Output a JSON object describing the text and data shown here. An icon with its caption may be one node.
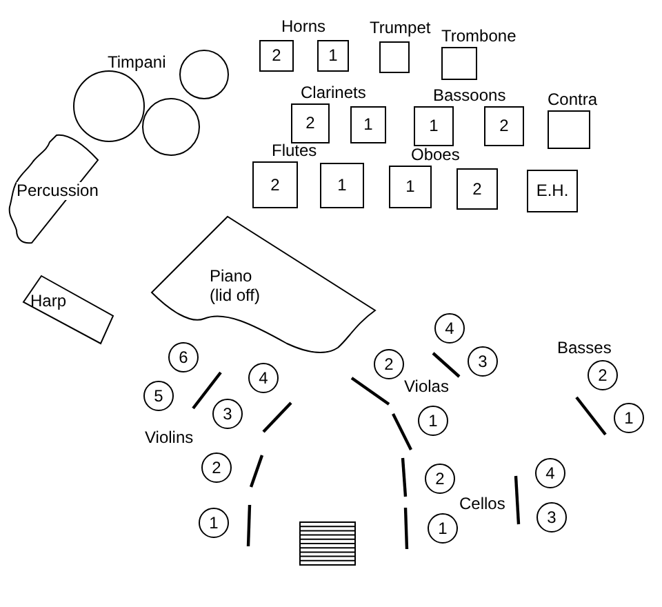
{
  "diagram": {
    "nodes": [
      {
        "text": [
          "2"
        ]
      },
      {
        "text": [
          "1"
        ]
      },
      {
        "text": [
          "Trumpet"
        ]
      },
      {
        "text": [
          "Trombone"
        ]
      },
      {
        "text": [],
        "shape": "circle"
      },
      {
        "text": [],
        "shape": "circle"
      },
      {
        "text": [],
        "shape": "circle"
      },
      {
        "text": [
          "2"
        ]
      },
      {
        "text": [
          "1"
        ]
      },
      {
        "text": [
          "1"
        ]
      },
      {
        "text": [
          "2"
        ]
      },
      {
        "text": [
          "Contra"
        ]
      },
      {
        "text": [
          "2"
        ]
      },
      {
        "text": [
          "1"
        ]
      },
      {
        "text": [
          "1"
        ]
      },
      {
        "text": [
          "2"
        ]
      },
      {
        "text": [
          "E.H."
        ]
      },
      {
        "text": [
          "Percussion"
        ]
      },
      {
        "text": [
          "Harp"
        ]
      },
      {
        "text": [
          "Piano (lid off)"
        ]
      },
      {
        "text": [
          "6"
        ]
      },
      {
        "text": [
          "4"
        ]
      },
      {
        "text": [
          "4"
        ]
      },
      {
        "text": [
          "2"
        ]
      },
      {
        "text": [
          "3"
        ]
      },
      {
        "text": [
          "2"
        ]
      },
      {
        "text": [
          "5"
        ]
      },
      {
        "text": [
          "3"
        ]
      },
      {
        "text": [
          "1"
        ]
      },
      {
        "text": [
          "1"
        ]
      },
      {
        "text": [
          "2"
        ]
      },
      {
        "text": [
          "4"
        ]
      },
      {
        "text": [
          "2"
        ]
      },
      {
        "text": [
          "3"
        ]
      },
      {
        "text": [
          "1"
        ]
      },
      {
        "text": [
          "1"
        ]
      }
    ],
    "labels": [
      "Horns",
      "Timpani",
      "Clarinets",
      "Bassoons",
      "Flutes",
      "Oboes",
      "Basses",
      "Violas",
      "Violins",
      "Cellos"
    ]
  }
}
